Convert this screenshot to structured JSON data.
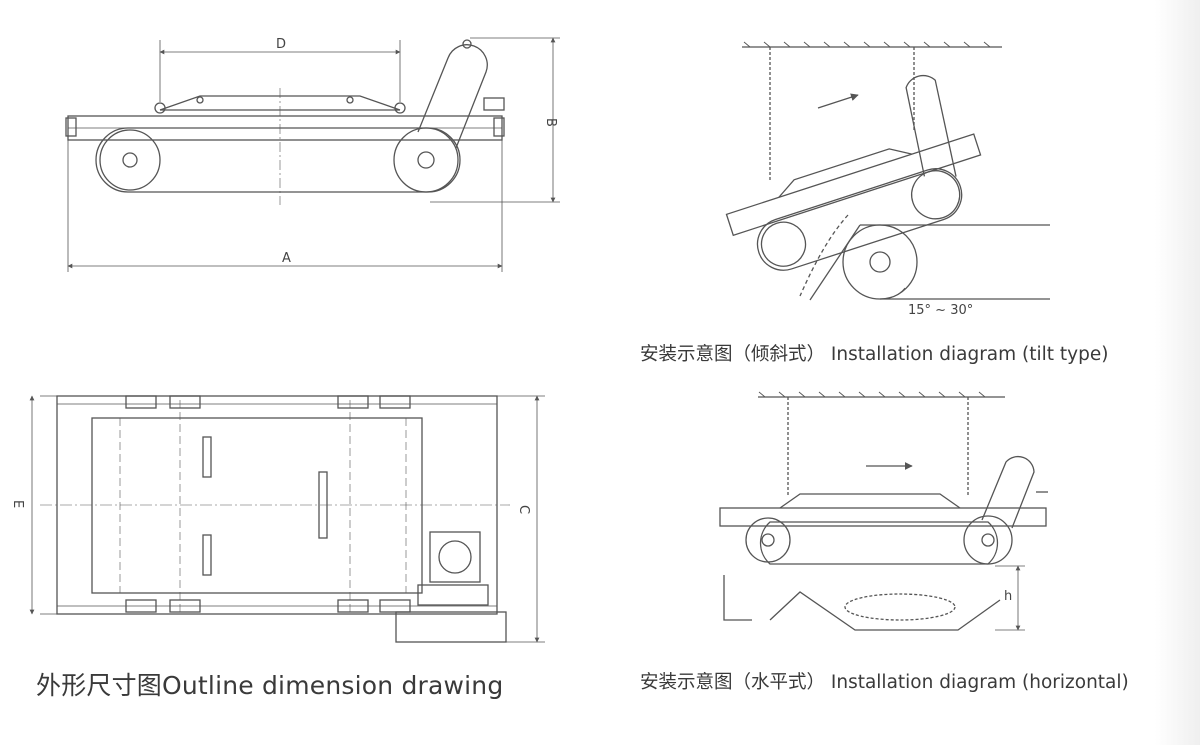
{
  "captions": {
    "outline": "外形尺寸图Outline dimension drawing",
    "tilt": "安装示意图（倾斜式） Installation diagram (tilt type)",
    "horizontal": "安装示意图（水平式） Installation diagram (horizontal)"
  },
  "outline_side": {
    "dim_d": "D",
    "dim_a": "A",
    "dim_b": "B"
  },
  "outline_top": {
    "dim_e": "E",
    "dim_c": "C"
  },
  "tilt": {
    "angle": "15° ~ 30°"
  },
  "horizontal": {
    "dim_h": "h"
  },
  "colors": {
    "line": "#555555",
    "text": "#3a3a3a",
    "background": "#ffffff"
  }
}
